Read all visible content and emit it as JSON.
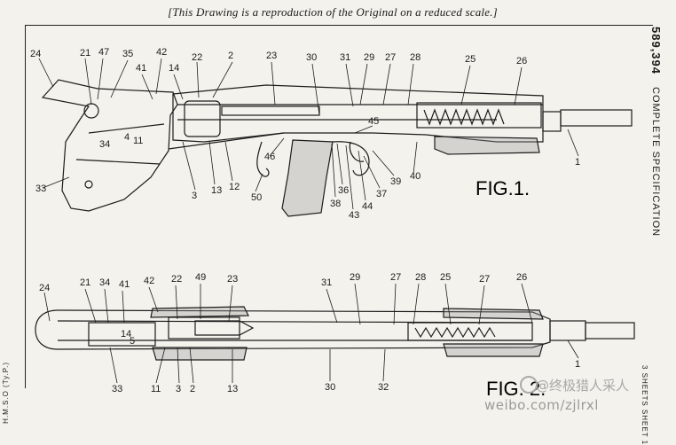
{
  "header": {
    "caption": "[This Drawing is a reproduction of the Original on a reduced scale.]"
  },
  "side_right": {
    "patent_number": "589,394",
    "spec_title": "COMPLETE SPECIFICATION"
  },
  "side_left": {
    "printer_mark": "H.M.S.O (Ty.P.)"
  },
  "side_bottom_right": {
    "sheets": "3 SHEETS SHEET 1"
  },
  "figures": [
    {
      "id": "fig1",
      "label": "FIG.1."
    },
    {
      "id": "fig2",
      "label": "FIG. 2."
    }
  ],
  "fig1_callouts": [
    "24",
    "21",
    "47",
    "35",
    "42",
    "41",
    "14",
    "22",
    "2",
    "23",
    "30",
    "31",
    "29",
    "27",
    "28",
    "25",
    "26",
    "45",
    "4",
    "11",
    "34",
    "33",
    "3",
    "13",
    "12",
    "50",
    "46",
    "36",
    "38",
    "43",
    "44",
    "37",
    "39",
    "40",
    "1"
  ],
  "fig2_callouts": [
    "24",
    "21",
    "34",
    "41",
    "42",
    "22",
    "49",
    "23",
    "31",
    "29",
    "27",
    "28",
    "25",
    "27",
    "26",
    "14",
    "5",
    "33",
    "11",
    "3",
    "2",
    "13",
    "30",
    "32",
    "1"
  ],
  "watermark": {
    "text": "weibo.com/zjlrxl",
    "handle": "@终极猎人采人"
  },
  "colors": {
    "ink": "#1c1c1c",
    "paper": "#f4f2ec",
    "watermark": "#9a9a9a"
  }
}
